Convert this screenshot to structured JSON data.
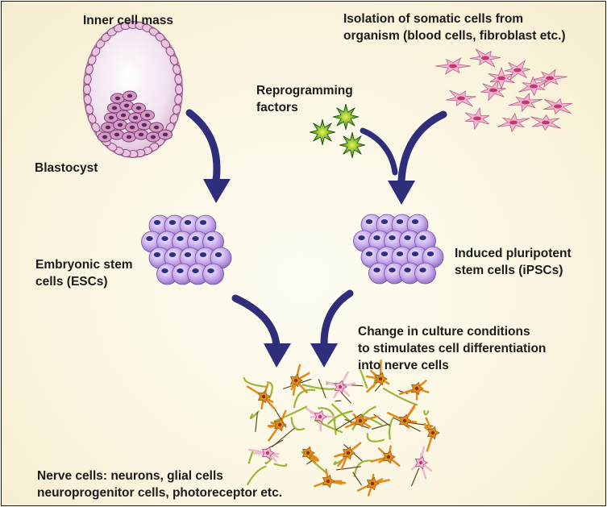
{
  "labels": {
    "inner_cell_mass": "Inner cell mass",
    "blastocyst": "Blastocyst",
    "isolation": "Isolation of somatic cells from\norganism (blood cells, fibroblast etc.)",
    "reprogramming": "Reprogramming\nfactors",
    "esc": "Embryonic stem\ncells (ESCs)",
    "ipsc": "Induced pluripotent\nstem cells (iPSCs)",
    "culture": "Change in culture conditions\nto stimulates cell differentiation\ninto nerve cells",
    "nerve": "Nerve cells: neurons, glial cells\nneuroprogenitor cells, photoreceptor etc."
  },
  "colors": {
    "arrow": "#2e2e7a",
    "cell_fill": "#c6a8e6",
    "nucleus": "#2b2f86",
    "blastocyst_fill": "#f3e4f1",
    "icm_fill": "#d79ac8",
    "star": "#1f7a1f",
    "somatic": "#f2b0cf",
    "neuron_orange": "#e38a1d",
    "neuron_green": "#9bb537"
  }
}
